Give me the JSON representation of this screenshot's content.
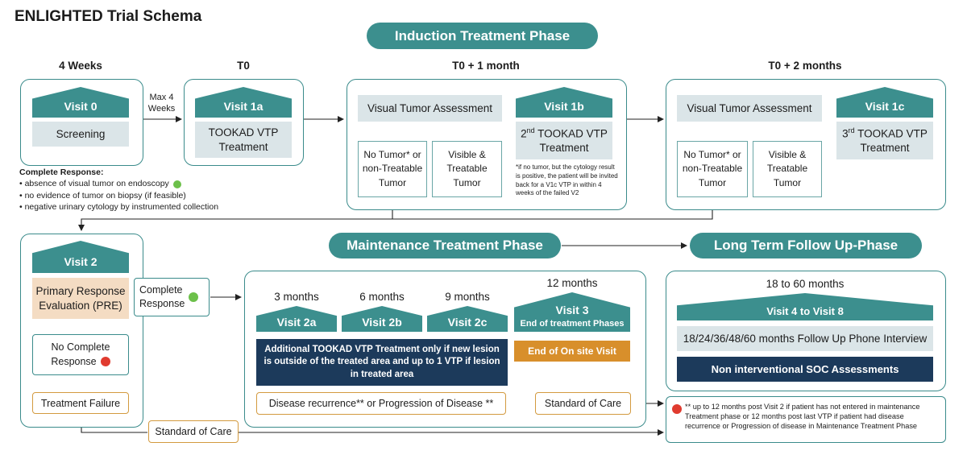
{
  "title": "ENLIGHTED Trial Schema",
  "phases": {
    "induction": "Induction Treatment Phase",
    "maintenance": "Maintenance Treatment Phase",
    "follow_up": "Long Term Follow Up-Phase"
  },
  "columns": {
    "c0": "4 Weeks",
    "c1": "T0",
    "c2": "T0 + 1 month",
    "c3": "T0 + 2 months"
  },
  "max_weeks": "Max 4 Weeks",
  "visit0": {
    "label": "Visit 0",
    "box": "Screening"
  },
  "visit1a": {
    "label": "Visit 1a",
    "box": "TOOKAD VTP Treatment"
  },
  "assessment": "Visual Tumor Assessment",
  "no_tumor": "No Tumor* or non-Treatable Tumor",
  "visible_treatable": "Visible & Treatable Tumor",
  "visit1b": {
    "label": "Visit 1b",
    "sup": "nd",
    "pre": "2",
    "rest": " TOOKAD VTP Treatment"
  },
  "visit1c": {
    "label": "Visit 1c",
    "sup": "rd",
    "pre": "3",
    "rest": " TOOKAD VTP Treatment"
  },
  "footnote_1b": "*if no tumor, but the cytology result is positive, the patient will be invited back for a V1c VTP in within 4 weeks of the failed V2",
  "complete_response_def": {
    "heading": "Complete Response:",
    "items": [
      "absence of visual tumor on endoscopy",
      "no evidence of tumor on biopsy (if feasible)",
      "negative urinary cytology by instrumented collection"
    ]
  },
  "visit2": {
    "label": "Visit 2",
    "pre": "Primary Response Evaluation (PRE)"
  },
  "complete_response": "Complete Response",
  "no_complete_response": "No Complete Response",
  "treatment_failure": "Treatment Failure",
  "standard_of_care": "Standard of Care",
  "maintenance": {
    "months": [
      "3 months",
      "6 months",
      "9 months",
      "12 months"
    ],
    "visits": [
      "Visit 2a",
      "Visit 2b",
      "Visit 2c"
    ],
    "visit3": "Visit 3",
    "visit3_sub": "End of treatment Phases",
    "additional": "Additional TOOKAD VTP Treatment only if new lesion is outside of the treated area and up to 1 VTP if lesion in treated area",
    "end_onsite": "End of On site Visit",
    "recurrence": "Disease recurrence** or Progression of Disease **",
    "standard_of_care": "Standard of Care"
  },
  "follow_up": {
    "months": "18 to 60 months",
    "visits": "Visit 4 to Visit 8",
    "phone": "18/24/36/48/60 months Follow Up Phone Interview",
    "soc": "Non interventional SOC Assessments"
  },
  "footnote_bottom": "** up to 12 months post Visit 2 if patient has not entered in maintenance Treatment phase or 12 months post last VTP if patient had disease recurrence or Progression of disease in Maintenance Treatment Phase",
  "colors": {
    "teal": "#3c8f8e",
    "navy": "#1c3a5b",
    "orange": "#d88f2b",
    "green": "#6cc04a",
    "red": "#e03b2f",
    "grey_box": "#dbe5e8",
    "peach": "#f4dcc3"
  }
}
